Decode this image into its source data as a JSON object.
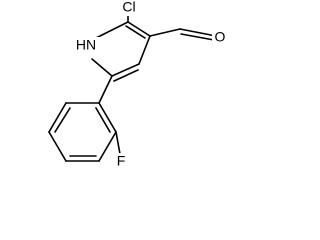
{
  "molecule": {
    "atoms": {
      "nh": "HN",
      "cl": "Cl",
      "o": "O",
      "f": "F"
    }
  }
}
